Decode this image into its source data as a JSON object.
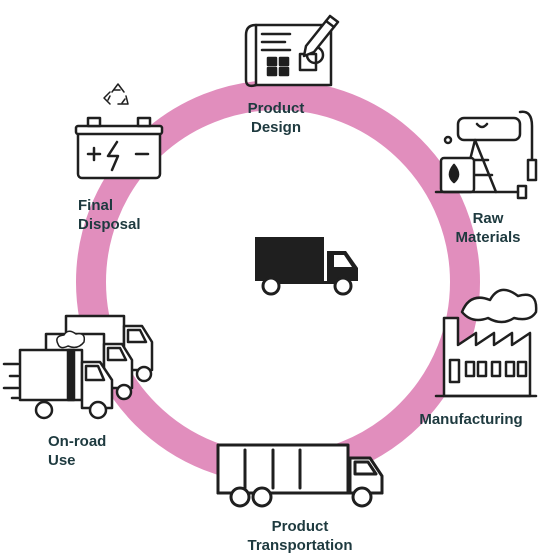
{
  "diagram": {
    "ring_color": "#e18ebd",
    "text_color": "#1e3a3f",
    "icon_color": "#1f1f1f",
    "center_icon": "delivery-truck-icon",
    "stages": [
      {
        "label": "Product\nDesign",
        "icon": "design-blueprint-icon"
      },
      {
        "label": "Raw\nMaterials",
        "icon": "oil-pump-icon"
      },
      {
        "label": "Manufacturing",
        "icon": "factory-icon"
      },
      {
        "label": "Product\nTransportation",
        "icon": "semi-truck-icon"
      },
      {
        "label": "On-road\nUse",
        "icon": "truck-fleet-icon"
      },
      {
        "label": "Final\nDisposal",
        "icon": "battery-recycle-icon"
      }
    ]
  }
}
